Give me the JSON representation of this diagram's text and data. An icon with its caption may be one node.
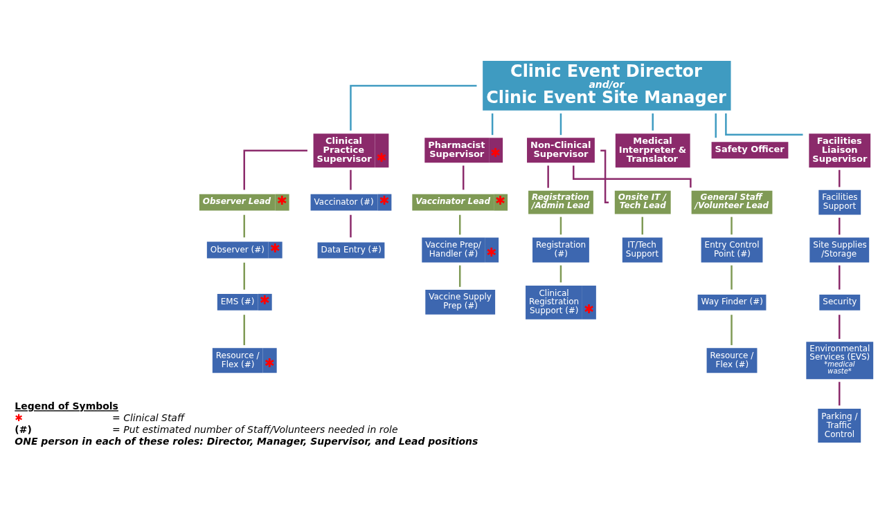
{
  "diagram": {
    "nodes": [
      {
        "text": [
          "Clinic Event Director",
          "and/or",
          "Clinic Event Site Manager"
        ]
      },
      {
        "text": [
          "Clinical Practice Supervisor",
          "✱"
        ]
      },
      {
        "text": [
          "Pharmacist Supervisor",
          "✱"
        ]
      },
      {
        "text": [
          "Non-Clinical Supervisor"
        ]
      },
      {
        "text": [
          "Medical Interpreter & Translator"
        ]
      },
      {
        "text": [
          "Safety Officer"
        ]
      },
      {
        "text": [
          "Facilities Liaison Supervisor"
        ]
      },
      {
        "text": [
          "Observer Lead",
          "✱"
        ]
      },
      {
        "text": [
          "Vaccinator (#)",
          "✱"
        ]
      },
      {
        "text": [
          "Vaccinator Lead",
          "✱"
        ]
      },
      {
        "text": [
          "Registration /Admin Lead"
        ]
      },
      {
        "text": [
          "Onsite IT / Tech Lead"
        ]
      },
      {
        "text": [
          "General Staff /Volunteer Lead"
        ]
      },
      {
        "text": [
          "Facilities Support"
        ]
      },
      {
        "text": [
          "Observer (#)",
          "✱"
        ]
      },
      {
        "text": [
          "Data Entry (#)"
        ]
      },
      {
        "text": [
          "Vaccine Prep/ Handler (#)",
          "✱"
        ]
      },
      {
        "text": [
          "Registration (#)"
        ]
      },
      {
        "text": [
          "IT/Tech Support"
        ]
      },
      {
        "text": [
          "Entry Control Point (#)"
        ]
      },
      {
        "text": [
          "Site Supplies /Storage"
        ]
      },
      {
        "text": [
          "EMS (#)",
          "✱"
        ]
      },
      {
        "text": [
          "Vaccine Supply Prep (#)"
        ]
      },
      {
        "text": [
          "Clinical Registration Support (#)",
          "✱"
        ]
      },
      {
        "text": [
          "Way Finder (#)"
        ]
      },
      {
        "text": [
          "Security"
        ]
      },
      {
        "text": [
          "Resource / Flex (#)",
          "✱"
        ]
      },
      {
        "text": [
          "Resource / Flex (#)"
        ]
      },
      {
        "text": [
          "Environmental Services (EVS)",
          "*medical waste*"
        ]
      },
      {
        "text": [
          "Parking / Traffic Control"
        ]
      }
    ],
    "edges": [
      {
        "from": 0,
        "to": 1,
        "arrow": "none",
        "color": "#3f9bc1"
      },
      {
        "from": 0,
        "to": 2,
        "arrow": "none",
        "color": "#3f9bc1"
      },
      {
        "from": 0,
        "to": 3,
        "arrow": "none",
        "color": "#3f9bc1"
      },
      {
        "from": 0,
        "to": 4,
        "arrow": "none",
        "color": "#3f9bc1"
      },
      {
        "from": 0,
        "to": 5,
        "arrow": "none",
        "color": "#3f9bc1"
      },
      {
        "from": 0,
        "to": 6,
        "arrow": "none",
        "color": "#3f9bc1"
      },
      {
        "from": 1,
        "to": 7,
        "arrow": "none"
      },
      {
        "from": 1,
        "to": 8,
        "arrow": "none"
      },
      {
        "from": 7,
        "to": 14,
        "arrow": "none",
        "color": "#7f9a55"
      },
      {
        "from": 14,
        "to": 21,
        "arrow": "none",
        "color": "#7f9a55"
      },
      {
        "from": 21,
        "to": 26,
        "arrow": "none",
        "color": "#7f9a55"
      },
      {
        "from": 8,
        "to": 15,
        "arrow": "none"
      },
      {
        "from": 2,
        "to": 9,
        "arrow": "none"
      },
      {
        "from": 9,
        "to": 16,
        "arrow": "none",
        "color": "#7f9a55"
      },
      {
        "from": 16,
        "to": 22,
        "arrow": "none",
        "color": "#7f9a55"
      },
      {
        "from": 3,
        "to": 10,
        "arrow": "none"
      },
      {
        "from": 3,
        "to": 11,
        "arrow": "none"
      },
      {
        "from": 3,
        "to": 12,
        "arrow": "none"
      },
      {
        "from": 10,
        "to": 17,
        "arrow": "none",
        "color": "#7f9a55"
      },
      {
        "from": 17,
        "to": 23,
        "arrow": "none",
        "color": "#7f9a55"
      },
      {
        "from": 11,
        "to": 18,
        "arrow": "none",
        "color": "#7f9a55"
      },
      {
        "from": 12,
        "to": 19,
        "arrow": "none",
        "color": "#7f9a55"
      },
      {
        "from": 19,
        "to": 24,
        "arrow": "none",
        "color": "#7f9a55"
      },
      {
        "from": 24,
        "to": 27,
        "arrow": "none",
        "color": "#7f9a55"
      },
      {
        "from": 6,
        "to": 13,
        "arrow": "none"
      },
      {
        "from": 13,
        "to": 20,
        "arrow": "none"
      },
      {
        "from": 20,
        "to": 25,
        "arrow": "none"
      },
      {
        "from": 25,
        "to": 28,
        "arrow": "none"
      },
      {
        "from": 28,
        "to": 29,
        "arrow": "none"
      }
    ],
    "labels": [
      "Legend of Symbols",
      "✱",
      "= Clinical Staff",
      "(#)",
      "= Put estimated number of Staff/Volunteers needed in role",
      "ONE person in each of these roles: Director, Manager, Supervisor, and Lead positions"
    ]
  }
}
